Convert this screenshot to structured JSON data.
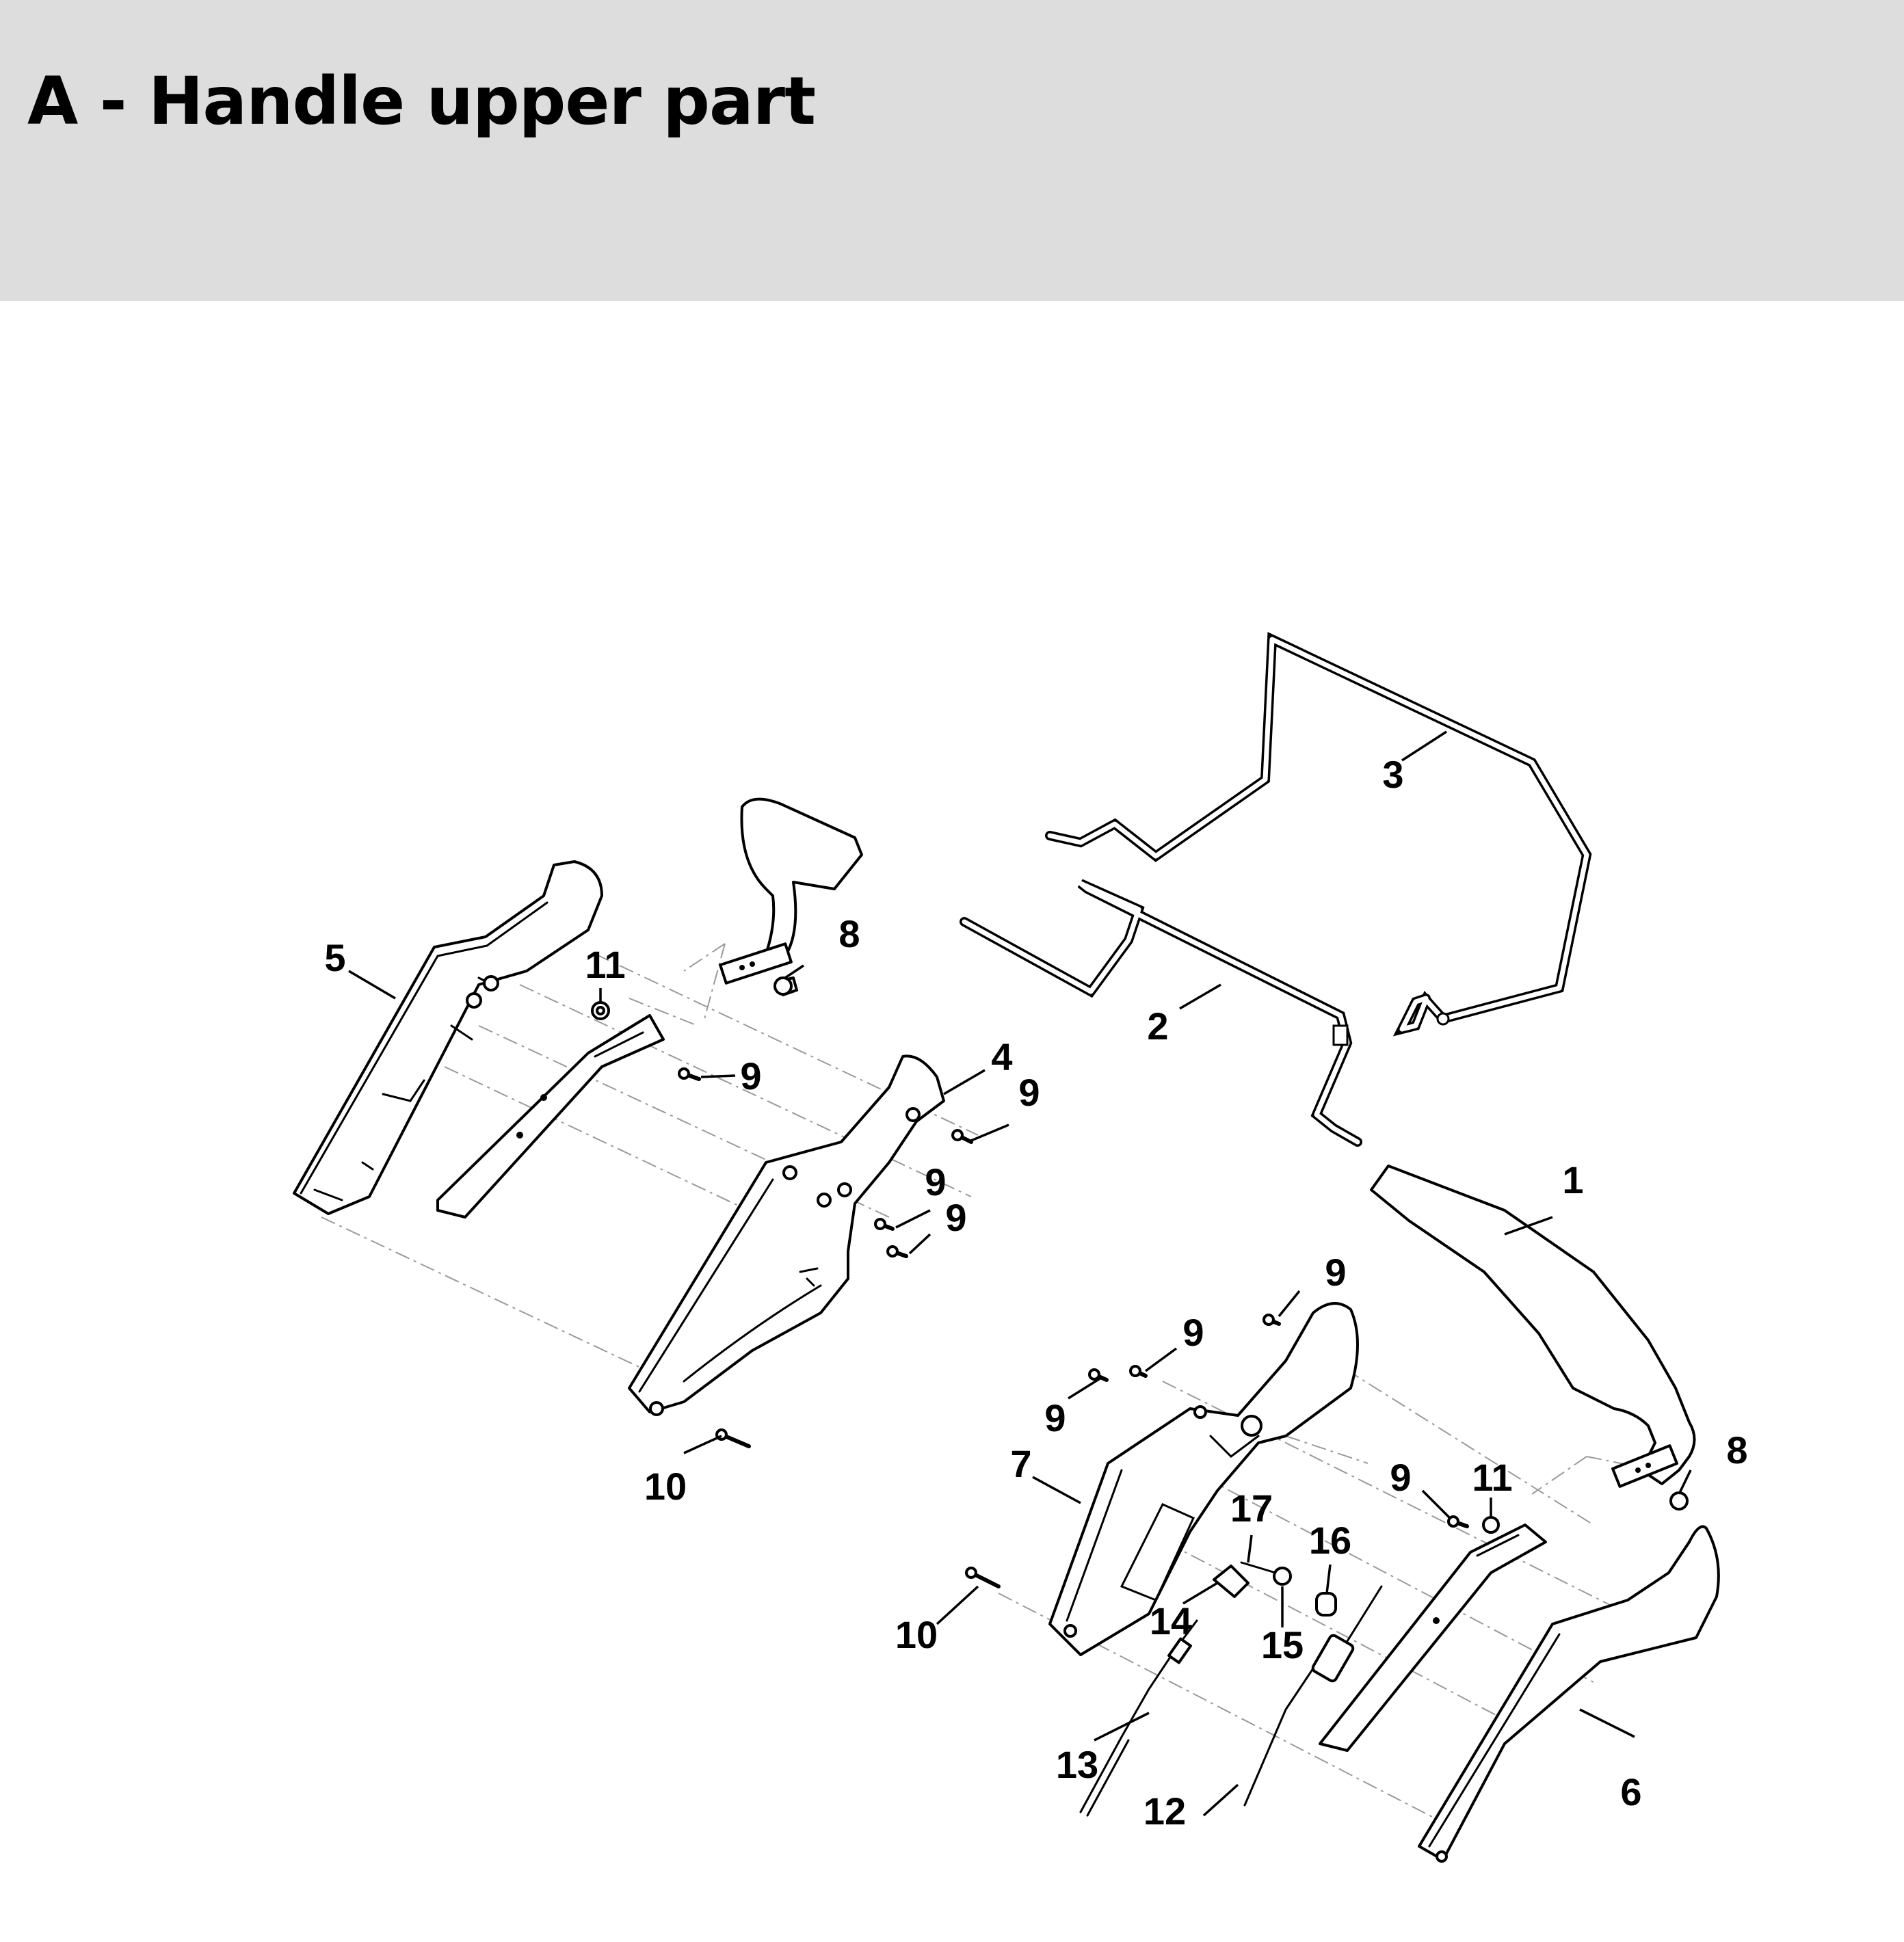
{
  "page": {
    "title": "A - Handle upper part"
  },
  "callouts": [
    {
      "id": "c1",
      "label": "1"
    },
    {
      "id": "c2",
      "label": "2"
    },
    {
      "id": "c3",
      "label": "3"
    },
    {
      "id": "c4",
      "label": "4"
    },
    {
      "id": "c5",
      "label": "5"
    },
    {
      "id": "c6",
      "label": "6"
    },
    {
      "id": "c7",
      "label": "7"
    },
    {
      "id": "c8a",
      "label": "8"
    },
    {
      "id": "c8b",
      "label": "8"
    },
    {
      "id": "c9a",
      "label": "9"
    },
    {
      "id": "c9b",
      "label": "9"
    },
    {
      "id": "c9c",
      "label": "9"
    },
    {
      "id": "c9d",
      "label": "9"
    },
    {
      "id": "c9e",
      "label": "9"
    },
    {
      "id": "c9f",
      "label": "9"
    },
    {
      "id": "c9g",
      "label": "9"
    },
    {
      "id": "c9h",
      "label": "9"
    },
    {
      "id": "c10a",
      "label": "10"
    },
    {
      "id": "c10b",
      "label": "10"
    },
    {
      "id": "c11a",
      "label": "11"
    },
    {
      "id": "c11b",
      "label": "11"
    },
    {
      "id": "c12",
      "label": "12"
    },
    {
      "id": "c13",
      "label": "13"
    },
    {
      "id": "c14",
      "label": "14"
    },
    {
      "id": "c15",
      "label": "15"
    },
    {
      "id": "c16",
      "label": "16"
    },
    {
      "id": "c17",
      "label": "17"
    }
  ]
}
